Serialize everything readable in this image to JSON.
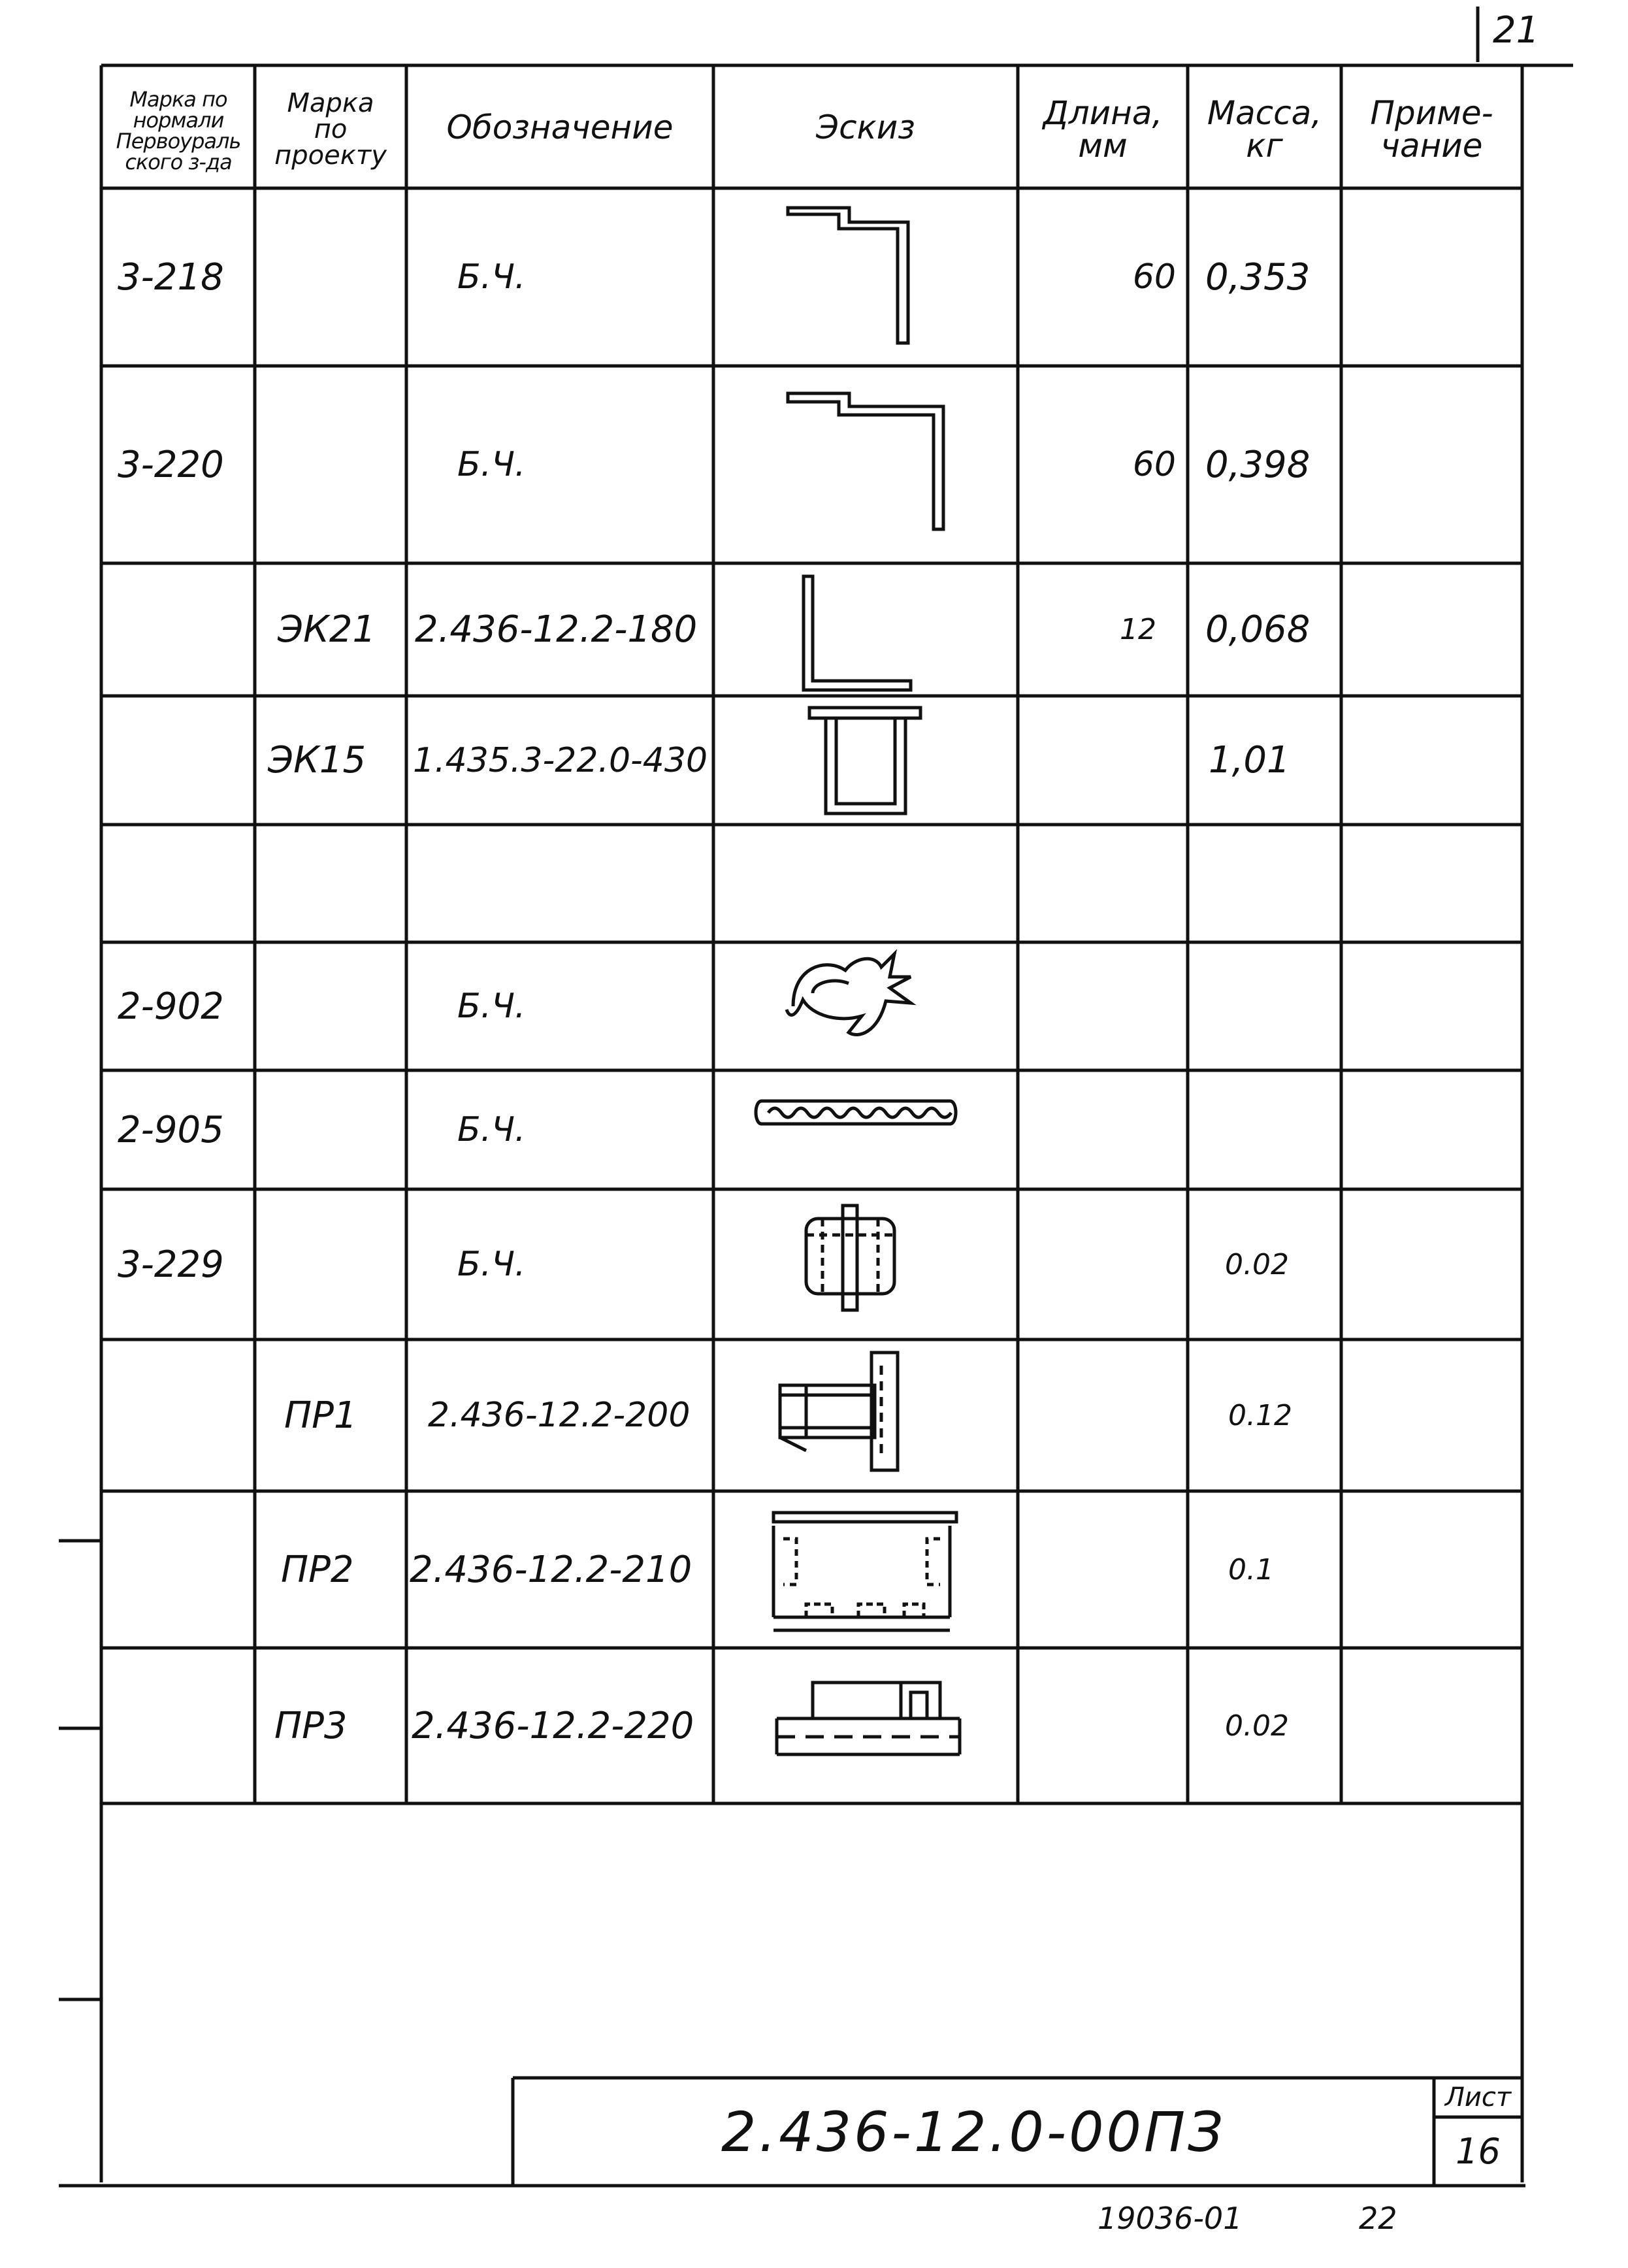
{
  "page_number": "21",
  "header": {
    "col1": [
      "Марка по",
      "нормали",
      "Первоураль",
      "ского з-да"
    ],
    "col2": [
      "Марка",
      "по",
      "проекту"
    ],
    "col3": "Обозначение",
    "col4": "Эскиз",
    "col5": [
      "Длина,",
      "мм"
    ],
    "col6": [
      "Масса,",
      "кг"
    ],
    "col7": [
      "Приме-",
      "чание"
    ]
  },
  "rows": [
    {
      "norm": "3-218",
      "project": "",
      "designation": "Б.Ч.",
      "sketch": "z-bracket",
      "length": "60",
      "mass": "0,353",
      "note": ""
    },
    {
      "norm": "3-220",
      "project": "",
      "designation": "Б.Ч.",
      "sketch": "z-bracket",
      "length": "60",
      "mass": "0,398",
      "note": ""
    },
    {
      "norm": "",
      "project": "ЭК21",
      "designation": "2.436-12.2-180",
      "sketch": "angle",
      "length": "12",
      "mass": "0,068",
      "note": ""
    },
    {
      "norm": "",
      "project": "ЭК15",
      "designation": "1.435.3-22.0-430",
      "sketch": "u-clamp",
      "length": "",
      "mass": "1,01",
      "note": ""
    },
    {
      "norm": "",
      "project": "",
      "designation": "",
      "sketch": "",
      "length": "",
      "mass": "",
      "note": ""
    },
    {
      "norm": "2-902",
      "project": "",
      "designation": "Б.Ч.",
      "sketch": "clip",
      "length": "",
      "mass": "",
      "note": ""
    },
    {
      "norm": "2-905",
      "project": "",
      "designation": "Б.Ч.",
      "sketch": "spring",
      "length": "",
      "mass": "",
      "note": ""
    },
    {
      "norm": "3-229",
      "project": "",
      "designation": "Б.Ч.",
      "sketch": "bushing",
      "length": "",
      "mass": "0.02",
      "note": ""
    },
    {
      "norm": "",
      "project": "ПР1",
      "designation": "2.436-12.2-200",
      "sketch": "pr1",
      "length": "",
      "mass": "0.12",
      "note": ""
    },
    {
      "norm": "",
      "project": "ПР2",
      "designation": "2.436-12.2-210",
      "sketch": "pr2",
      "length": "",
      "mass": "0.1",
      "note": ""
    },
    {
      "norm": "",
      "project": "ПР3",
      "designation": "2.436-12.2-220",
      "sketch": "pr3",
      "length": "",
      "mass": "0.02",
      "note": ""
    }
  ],
  "title_block": {
    "document_code": "2.436-12.0-00ПЗ",
    "sheet_label": "Лист",
    "sheet_number": "16"
  },
  "footer": {
    "archive_number": "19036-01",
    "page": "22"
  }
}
